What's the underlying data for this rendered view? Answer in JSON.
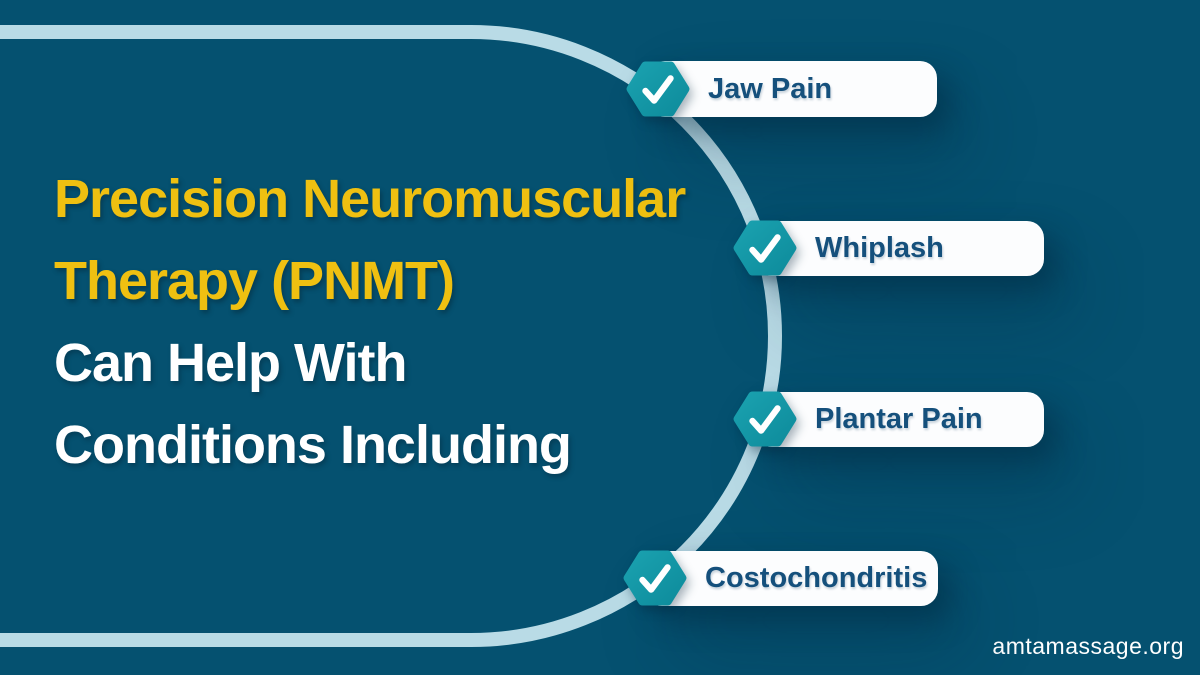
{
  "headline": {
    "line1": "Precision Neuromuscular",
    "line2": "Therapy (PNMT)",
    "line3": "Can Help With",
    "line4": "Conditions Including"
  },
  "conditions": [
    {
      "label": "Jaw Pain",
      "icon": "checkmark-icon"
    },
    {
      "label": "Whiplash",
      "icon": "checkmark-icon"
    },
    {
      "label": "Plantar Pain",
      "icon": "checkmark-icon"
    },
    {
      "label": "Costochondritis",
      "icon": "checkmark-icon"
    }
  ],
  "footer": {
    "website": "amtamassage.org"
  },
  "colors": {
    "background": "#055170",
    "arc": "#b9dbe6",
    "badge_teal": "#169aa8",
    "badge_teal_dark": "#0e8c9c",
    "pill_background": "#fcfdfe",
    "pill_text": "#15507c",
    "headline_yellow": "#efc011",
    "headline_white": "#ffffff"
  }
}
